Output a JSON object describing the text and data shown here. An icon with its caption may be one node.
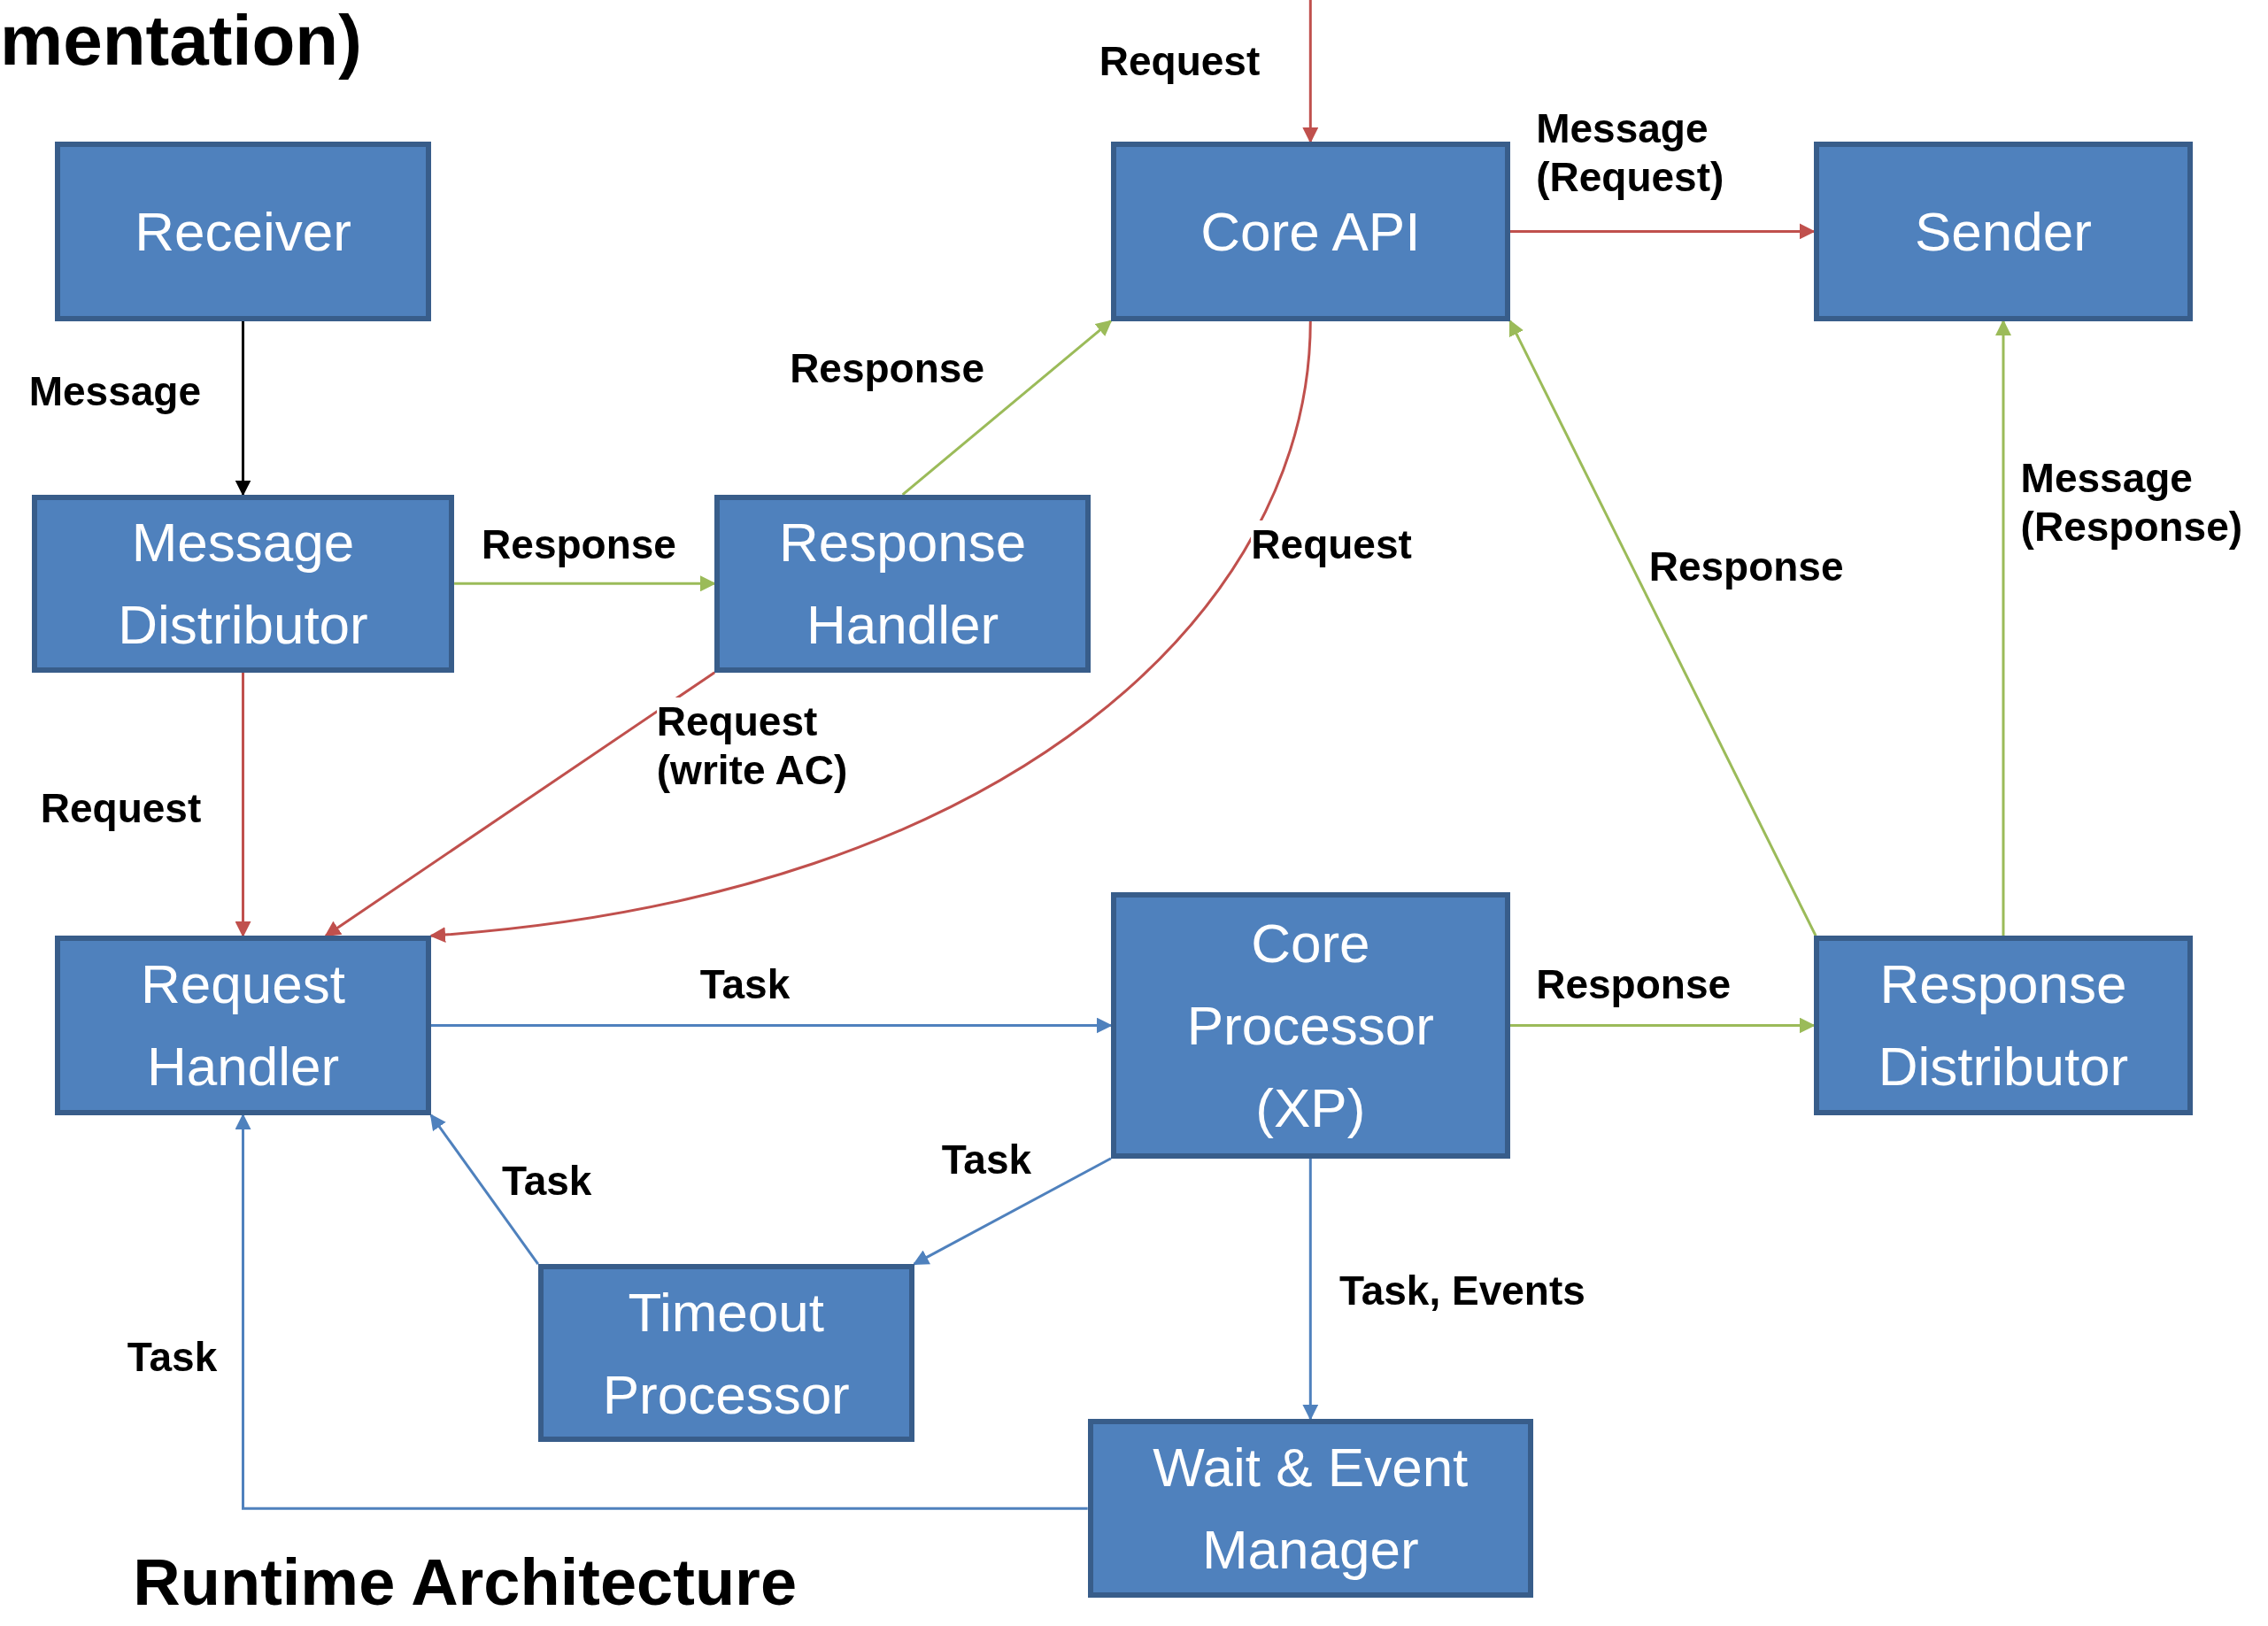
{
  "diagram": {
    "caption": "Runtime Architecture",
    "nodes": [
      {
        "text": [
          "Receiver"
        ]
      },
      {
        "text": [
          "Message Distributor"
        ]
      },
      {
        "text": [
          "Response Handler"
        ]
      },
      {
        "text": [
          "Core API"
        ]
      },
      {
        "text": [
          "Sender"
        ]
      },
      {
        "text": [
          "Request Handler"
        ]
      },
      {
        "text": [
          "Core Processor (XP)"
        ]
      },
      {
        "text": [
          "Response Distributor"
        ]
      },
      {
        "text": [
          "Timeout Processor"
        ]
      },
      {
        "text": [
          "Wait & Event Manager"
        ]
      }
    ],
    "edges": [
      {
        "from": null,
        "to": 3,
        "arrow": "to",
        "label": "Request",
        "color": "#c0504d"
      },
      {
        "from": 0,
        "to": 1,
        "arrow": "to",
        "label": "Message",
        "color": "#000000"
      },
      {
        "from": 1,
        "to": 2,
        "arrow": "to",
        "label": "Response",
        "color": "#9bbb59"
      },
      {
        "from": 2,
        "to": 3,
        "arrow": "to",
        "label": "Response",
        "color": "#9bbb59"
      },
      {
        "from": 3,
        "to": 4,
        "arrow": "to",
        "label": "Message (Request)",
        "color": "#c0504d"
      },
      {
        "from": 1,
        "to": 5,
        "arrow": "to",
        "label": "Request",
        "color": "#c0504d"
      },
      {
        "from": 2,
        "to": 5,
        "arrow": "to",
        "label": "Request (write AC)",
        "color": "#c0504d"
      },
      {
        "from": 3,
        "to": 5,
        "arrow": "to",
        "label": "Request",
        "color": "#c0504d"
      },
      {
        "from": 7,
        "to": 3,
        "arrow": "to",
        "label": "Response",
        "color": "#9bbb59"
      },
      {
        "from": 7,
        "to": 4,
        "arrow": "to",
        "label": "Message (Response)",
        "color": "#9bbb59"
      },
      {
        "from": 5,
        "to": 6,
        "arrow": "to",
        "label": "Task",
        "color": "#4f81bd"
      },
      {
        "from": 6,
        "to": 7,
        "arrow": "to",
        "label": "Response",
        "color": "#9bbb59"
      },
      {
        "from": 6,
        "to": 8,
        "arrow": "to",
        "label": "Task",
        "color": "#4f81bd"
      },
      {
        "from": 8,
        "to": 5,
        "arrow": "to",
        "label": "Task",
        "color": "#4f81bd"
      },
      {
        "from": 6,
        "to": 9,
        "arrow": "to",
        "label": "Task, Events",
        "color": "#4f81bd"
      },
      {
        "from": 9,
        "to": 5,
        "arrow": "to",
        "label": "Task",
        "color": "#4f81bd"
      }
    ],
    "labels": [
      "mentation)"
    ]
  }
}
